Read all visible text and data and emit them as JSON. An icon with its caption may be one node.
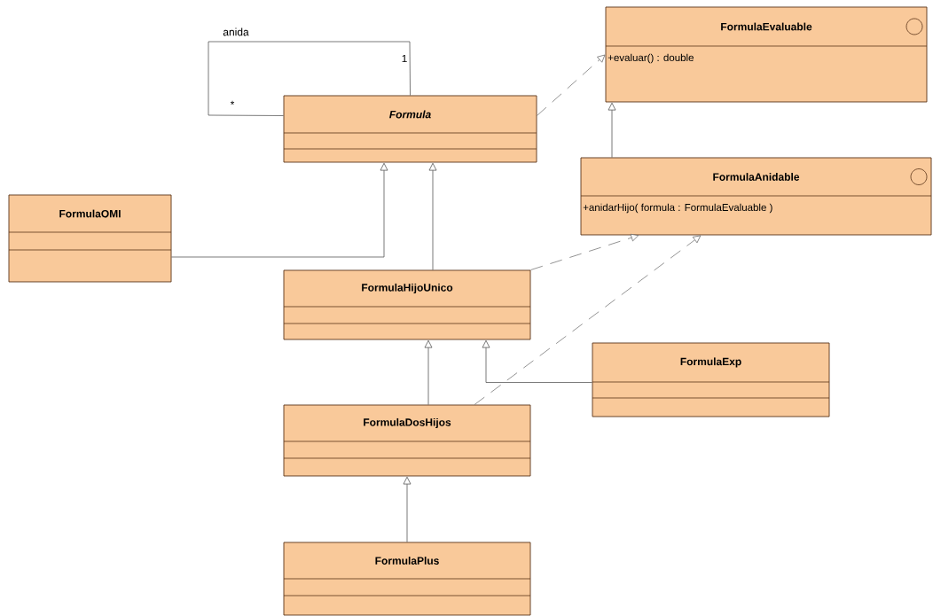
{
  "diagram": {
    "nodes": [
      {
        "text": [
          "Formula"
        ]
      },
      {
        "text": [
          "FormulaEvaluable",
          "+evaluar() : double"
        ]
      },
      {
        "text": [
          "FormulaAnidable",
          "+anidarHijo( formula : FormulaEvaluable )"
        ]
      },
      {
        "text": [
          "FormulaOMI"
        ]
      },
      {
        "text": [
          "FormulaHijoUnico"
        ]
      },
      {
        "text": [
          "FormulaExp"
        ]
      },
      {
        "text": [
          "FormulaDosHijos"
        ]
      },
      {
        "text": [
          "FormulaPlus"
        ]
      }
    ],
    "edges": [
      {
        "from": 0,
        "to": 0,
        "arrow": "none",
        "label": "anida"
      },
      {
        "from": 0,
        "to": 1,
        "arrow": "to",
        "style": "dashed"
      },
      {
        "from": 2,
        "to": 1,
        "arrow": "to"
      },
      {
        "from": 3,
        "to": 0,
        "arrow": "to"
      },
      {
        "from": 4,
        "to": 0,
        "arrow": "to"
      },
      {
        "from": 4,
        "to": 2,
        "arrow": "to",
        "style": "dashed"
      },
      {
        "from": 6,
        "to": 4,
        "arrow": "to"
      },
      {
        "from": 6,
        "to": 2,
        "arrow": "to",
        "style": "dashed"
      },
      {
        "from": 5,
        "to": 4,
        "arrow": "to"
      },
      {
        "from": 7,
        "to": 6,
        "arrow": "to"
      }
    ],
    "labels": [
      "1",
      "*"
    ]
  }
}
